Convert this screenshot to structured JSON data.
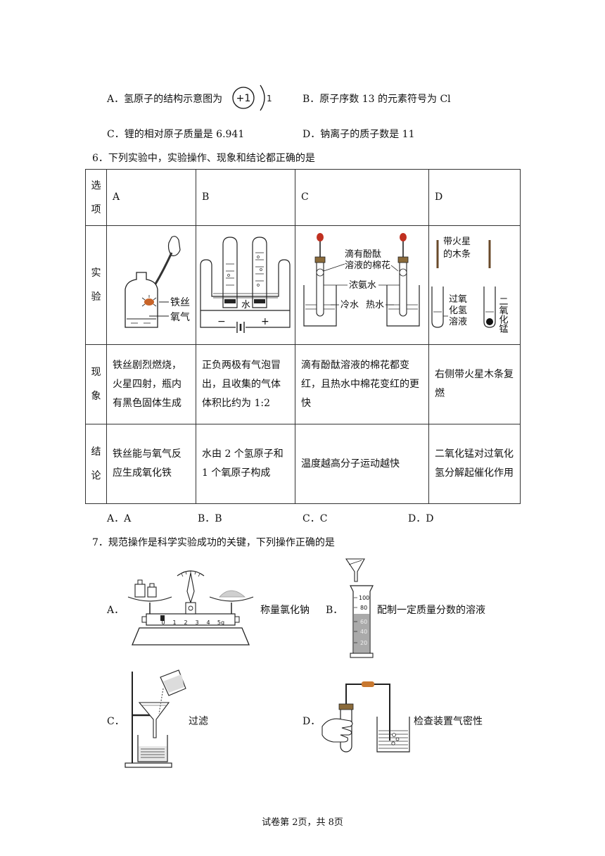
{
  "q5": {
    "options": {
      "A": "A．氢原子的结构示意图为",
      "A_nucleus": "+1",
      "A_electron": "1",
      "B": "B．原子序数 13 的元素符号为 Cl",
      "C": "C．锂的相对原子质量是 6.941",
      "D": "D．钠离子的质子数是 11"
    }
  },
  "q6": {
    "stem": "6．下列实验中，实验操作、现象和结论都正确的是",
    "row_headers": {
      "option": "选项",
      "experiment": "实验",
      "phenomenon": "现象",
      "conclusion": "结论"
    },
    "columns": [
      "A",
      "B",
      "C",
      "D"
    ],
    "figure_labels": {
      "a_wire": "铁丝",
      "a_oxygen": "氧气",
      "b_water": "水",
      "b_minus": "−",
      "b_plus": "+",
      "c_cotton_1": "滴有酚酞",
      "c_cotton_2": "溶液的棉花",
      "c_ammonia": "浓氨水",
      "c_cold": "冷水",
      "c_hot": "热水",
      "d_stick_1": "带火星",
      "d_stick_2": "的木条",
      "d_h2o2_1": "过氧",
      "d_h2o2_2": "化氢",
      "d_h2o2_3": "溶液",
      "d_mno2": "二氧化锰"
    },
    "phenomena": [
      "铁丝剧烈燃烧，火星四射，瓶内有黑色固体生成",
      "正负两极有气泡冒出，且收集的气体体积比约为 1:2",
      "滴有酚酞溶液的棉花都变红，且热水中棉花变红的更快",
      "右侧带火星木条复燃"
    ],
    "conclusions": [
      "铁丝能与氧气反应生成氧化铁",
      "水由 2 个氢原子和 1 个氧原子构成",
      "温度越高分子运动越快",
      "二氧化锰对过氧化氢分解起催化作用"
    ],
    "choices": [
      "A．A",
      "B．B",
      "C．C",
      "D．D"
    ]
  },
  "q7": {
    "stem": "7．规范操作是科学实验成功的关键，下列操作正确的是",
    "options": {
      "A_letter": "A．",
      "A_text": "称量氯化钠",
      "B_letter": "B．",
      "B_text": "配制一定质量分数的溶液",
      "C_letter": "C．",
      "C_text": "过滤",
      "D_letter": "D．",
      "D_text": "检查装置气密性"
    },
    "balance_scale": [
      "0",
      "1",
      "2",
      "3",
      "4",
      "5g"
    ],
    "cylinder_scale": [
      "100",
      "80",
      "60",
      "40",
      "20"
    ]
  },
  "footer": "试卷第 2页，共 8页"
}
